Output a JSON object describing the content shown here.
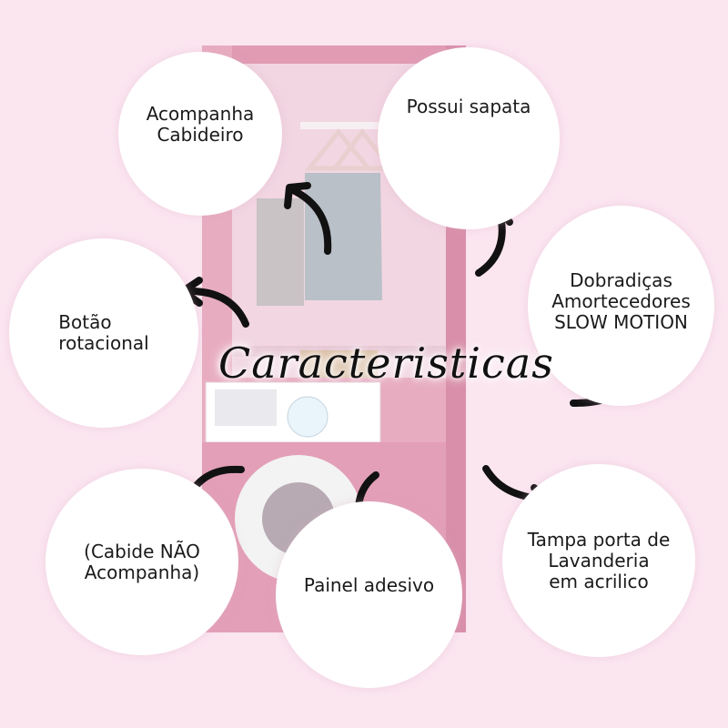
{
  "title": "Caracteristicas",
  "features": {
    "cabideiro": "Acompanha\nCabideiro",
    "sapata": "Possui sapata",
    "botao": "Botão\nrotacional",
    "dobradicas": "Dobradiças\nAmortecedores\nSLOW MOTION",
    "cabide": "(Cabide NÃO\nAcompanha)",
    "painel": "Painel adesivo",
    "tampa": "Tampa porta de\nLavanderia\nem acrilico"
  },
  "colors": {
    "background": "#fbe6f0",
    "furniture": "#e6a8bd",
    "bubble": "#ffffff",
    "arrow": "#111111"
  }
}
